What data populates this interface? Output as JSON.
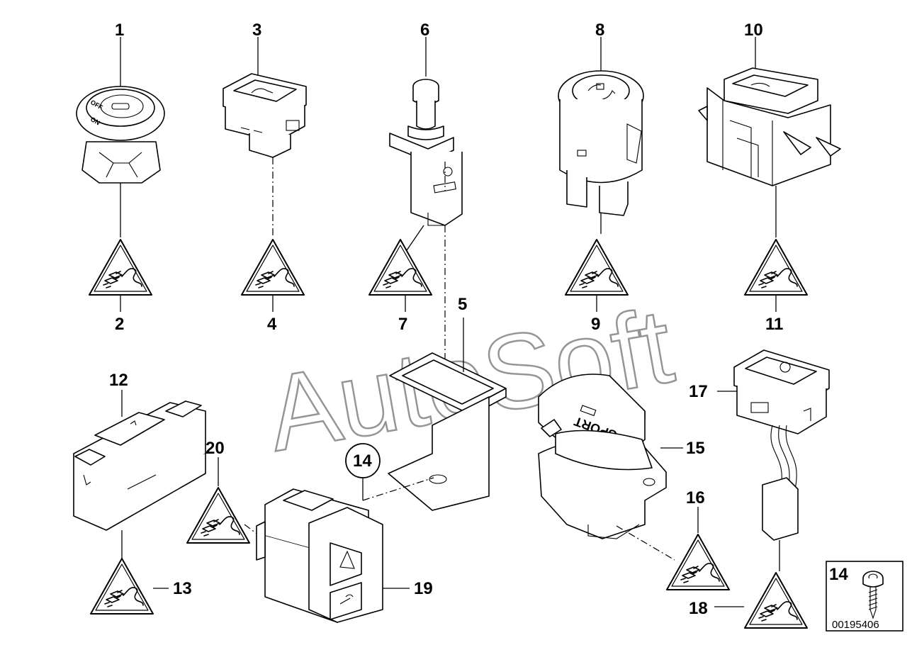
{
  "watermark": "AutoSoft",
  "drawing_number": "00195406",
  "sport_button_text": "SPORT",
  "ignition_marks": {
    "off": "OFF",
    "on": "ON"
  },
  "legend_box": {
    "label": "14"
  },
  "callouts": [
    {
      "id": "c1",
      "text": "1"
    },
    {
      "id": "c2",
      "text": "2"
    },
    {
      "id": "c3",
      "text": "3"
    },
    {
      "id": "c4",
      "text": "4"
    },
    {
      "id": "c5",
      "text": "5"
    },
    {
      "id": "c6",
      "text": "6"
    },
    {
      "id": "c7",
      "text": "7"
    },
    {
      "id": "c8",
      "text": "8"
    },
    {
      "id": "c9",
      "text": "9"
    },
    {
      "id": "c10",
      "text": "10"
    },
    {
      "id": "c11",
      "text": "11"
    },
    {
      "id": "c12",
      "text": "12"
    },
    {
      "id": "c13",
      "text": "13"
    },
    {
      "id": "c14",
      "text": "14"
    },
    {
      "id": "c15",
      "text": "15"
    },
    {
      "id": "c16",
      "text": "16"
    },
    {
      "id": "c17",
      "text": "17"
    },
    {
      "id": "c18",
      "text": "18"
    },
    {
      "id": "c19",
      "text": "19"
    },
    {
      "id": "c20",
      "text": "20"
    }
  ]
}
